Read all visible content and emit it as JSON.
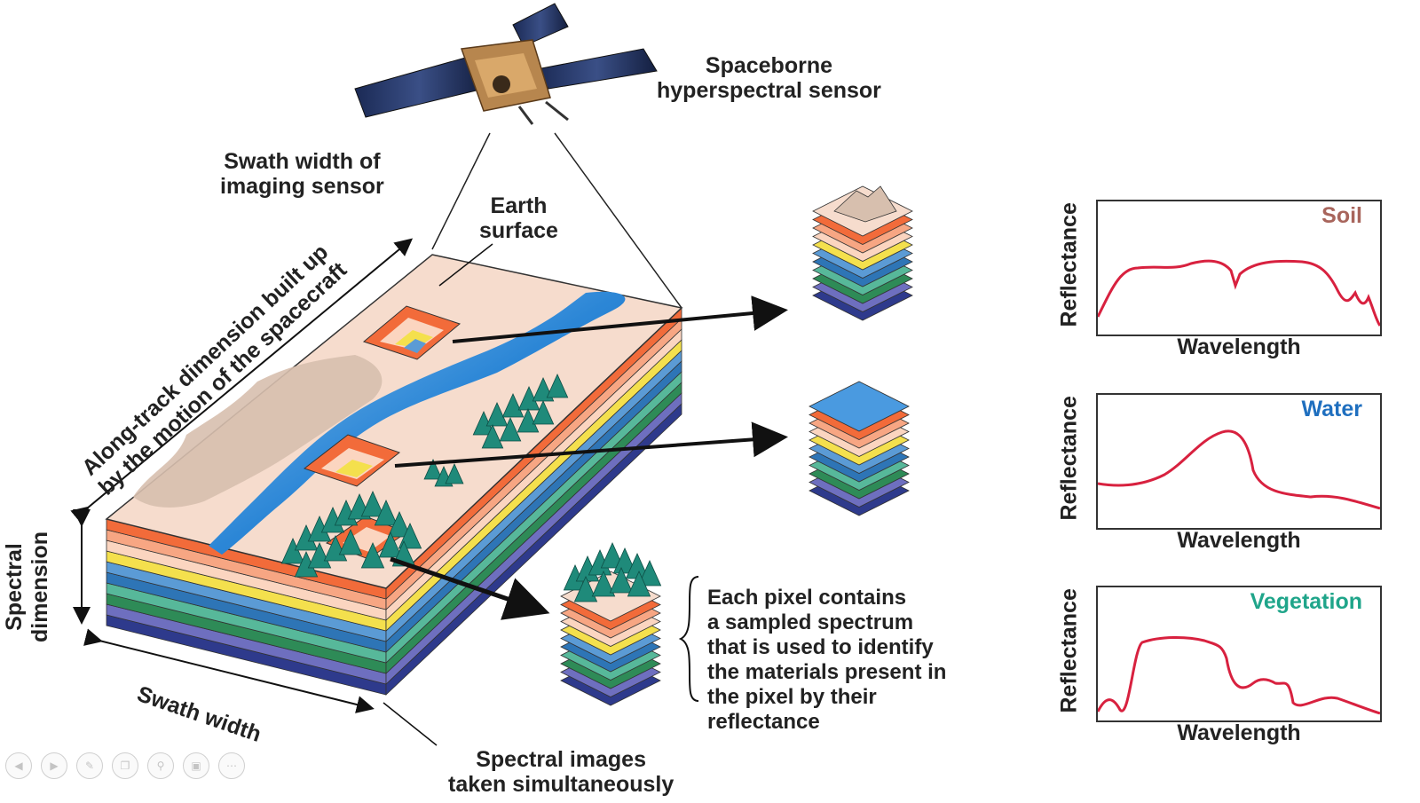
{
  "labels": {
    "sensor_line1": "Spaceborne",
    "sensor_line2": "hyperspectral sensor",
    "swath_sensor_line1": "Swath width of",
    "swath_sensor_line2": "imaging sensor",
    "earth_line1": "Earth",
    "earth_line2": "surface",
    "along_track_line1": "Along-track dimension built up",
    "along_track_line2": "by the motion of the spacecraft",
    "spectral_dim_line1": "Spectral",
    "spectral_dim_line2": "dimension",
    "swath_width": "Swath width",
    "spectral_images_line1": "Spectral  images",
    "spectral_images_line2": "taken simultaneously",
    "pixel_text": [
      "Each pixel contains",
      "a sampled spectrum",
      "that is used to identify",
      "the materials present in",
      "the pixel by their",
      "reflectance"
    ]
  },
  "graphs": [
    {
      "title": "Soil",
      "title_color": "#a8655c",
      "xlabel": "Wavelength",
      "ylabel": "Reflectance"
    },
    {
      "title": "Water",
      "title_color": "#1f6fbf",
      "xlabel": "Wavelength",
      "ylabel": "Reflectance"
    },
    {
      "title": "Vegetation",
      "title_color": "#1fa58a",
      "xlabel": "Wavelength",
      "ylabel": "Reflectance"
    }
  ],
  "colors": {
    "curve": "#d8213f",
    "band_colors": [
      "#f26b3a",
      "#f7a683",
      "#fbd5c0",
      "#f4e04d",
      "#5b9bd5",
      "#2e75b6",
      "#57b89a",
      "#2e8b57",
      "#6e6fbf",
      "#2e3a8c"
    ],
    "surface": "#f6dccd",
    "river": "#2b86d6",
    "tree": "#1f8a7a"
  },
  "icons": [
    "satellite-icon",
    "tree-icon",
    "arrow-icon"
  ],
  "toolbar": [
    "back-icon",
    "forward-icon",
    "pen-icon",
    "copy-icon",
    "zoom-icon",
    "screen-icon",
    "more-icon"
  ]
}
